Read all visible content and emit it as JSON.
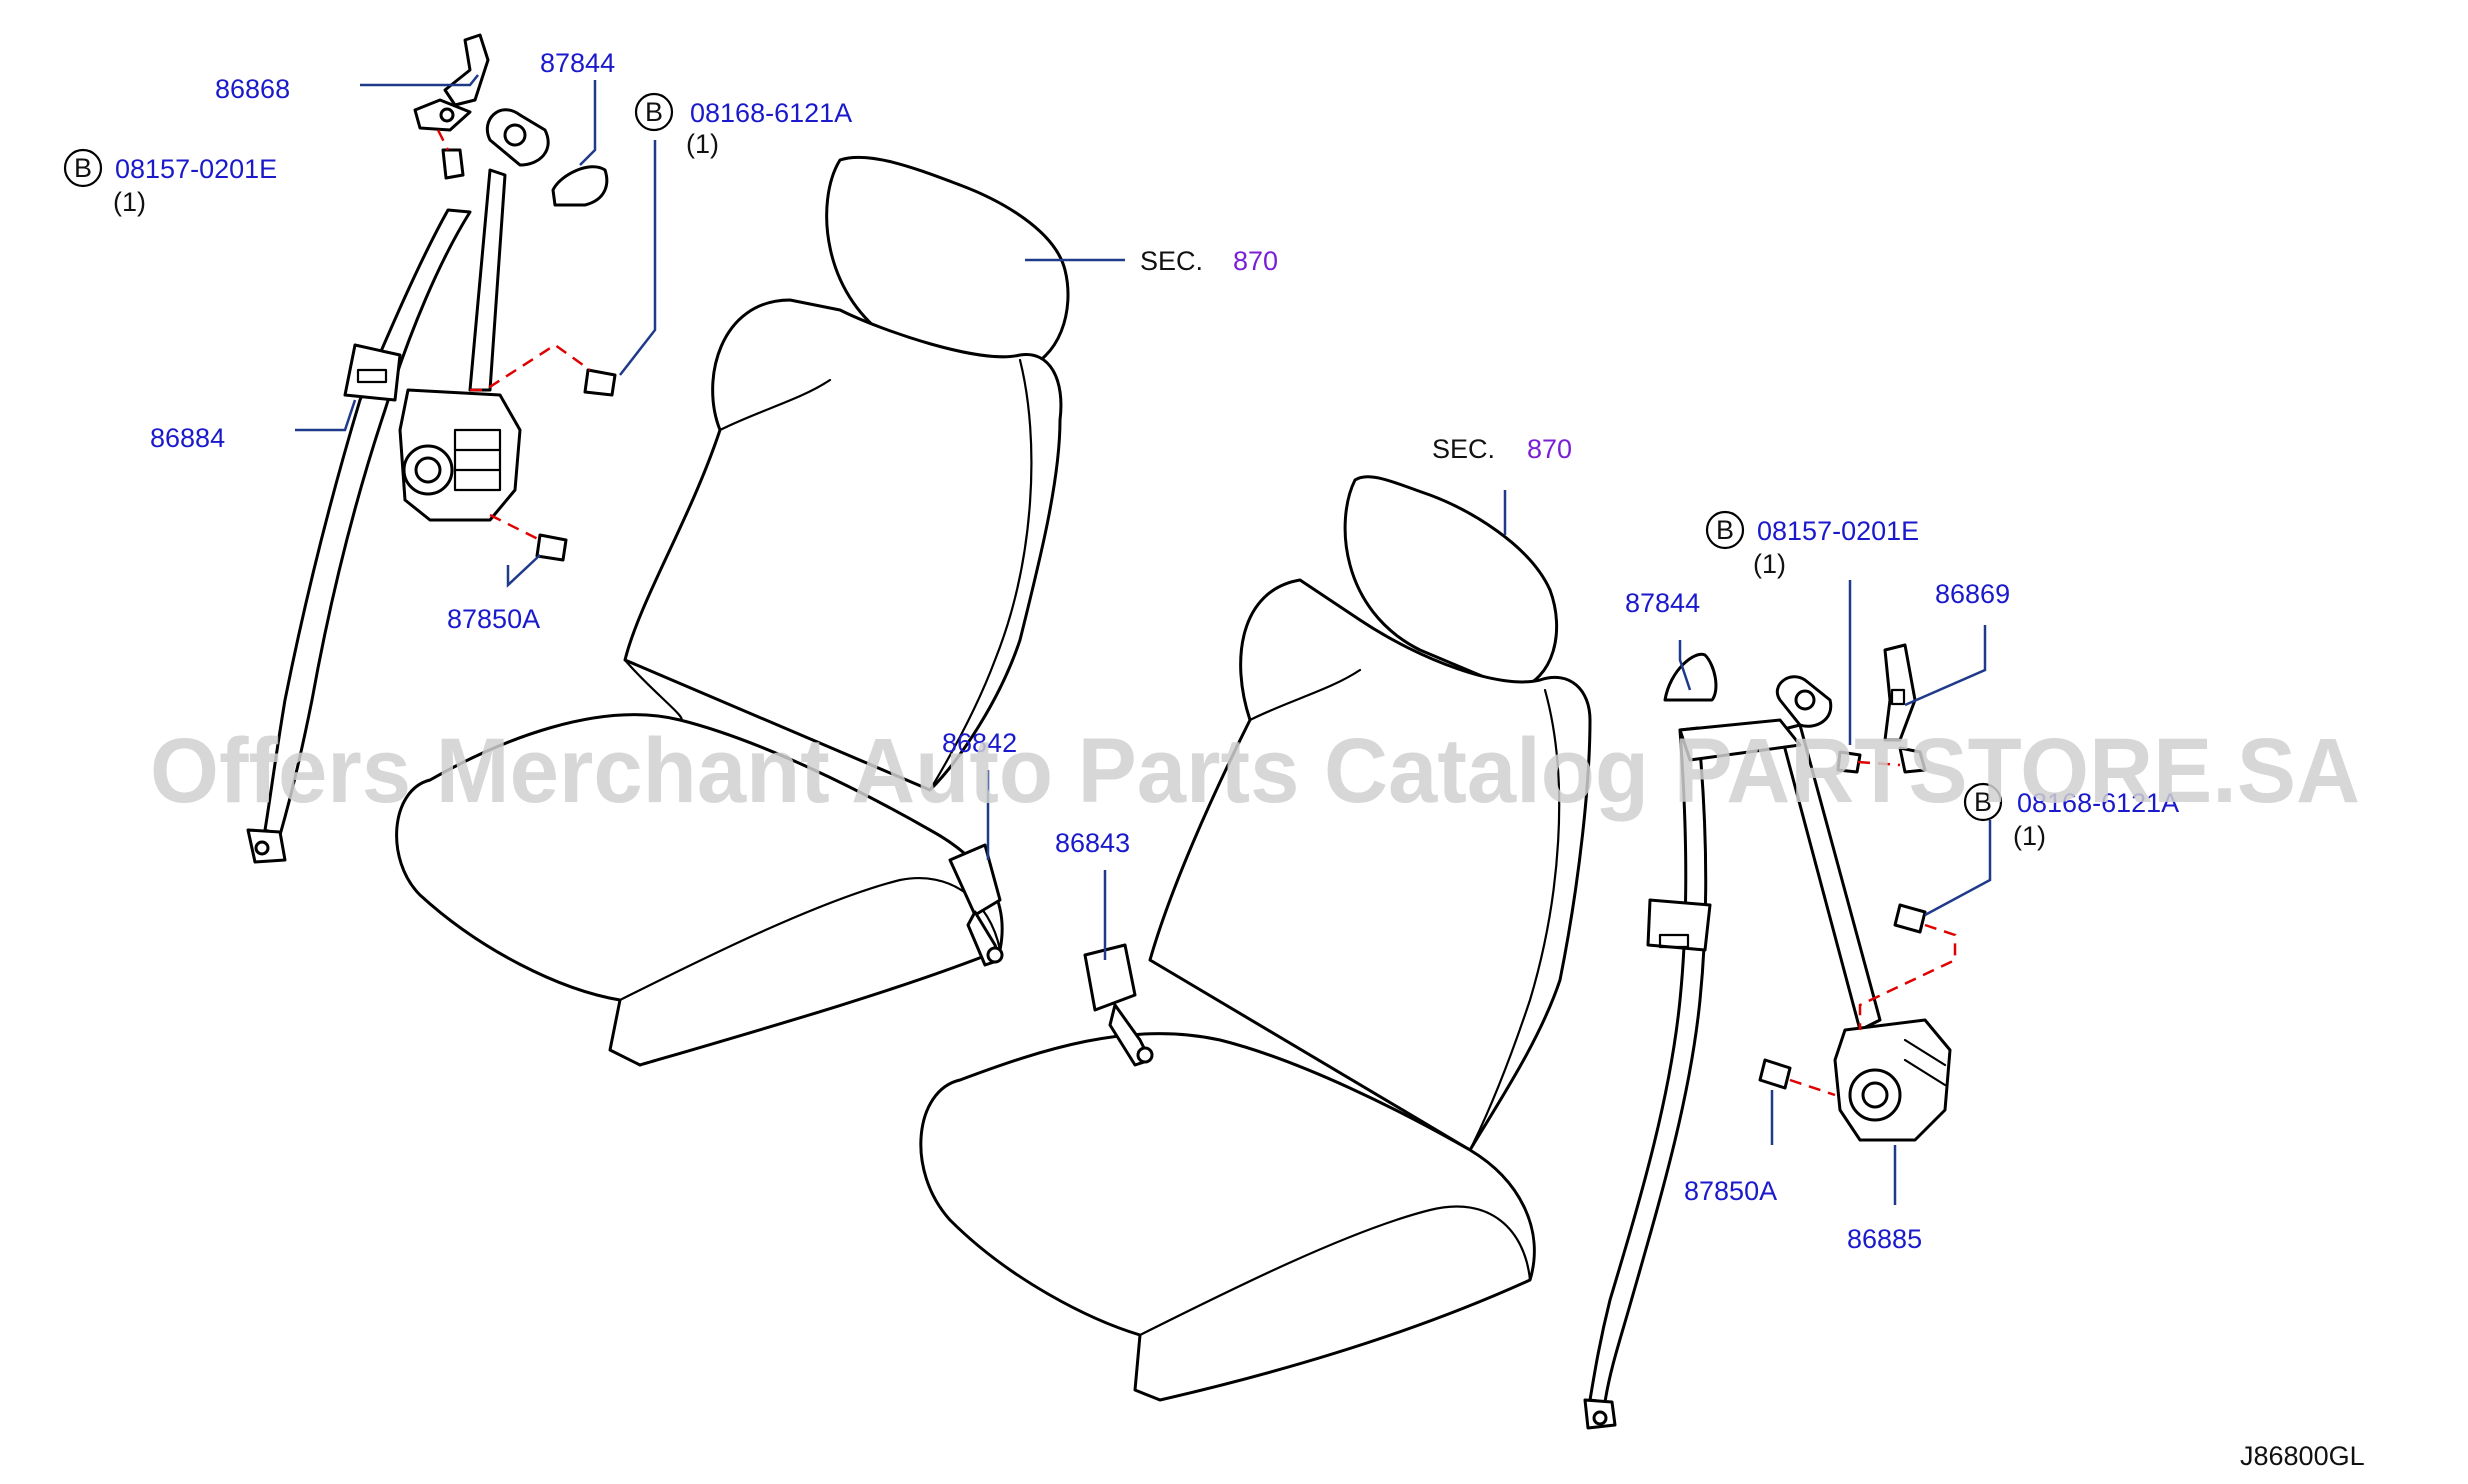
{
  "watermark": "Offers Merchant Auto Parts Catalog PARTSTORE.SA",
  "diagram_code": "J86800GL",
  "section_refs": {
    "left": {
      "prefix": "SEC.",
      "number": "870"
    },
    "right": {
      "prefix": "SEC.",
      "number": "870"
    }
  },
  "callouts": {
    "p86868": "86868",
    "p87844_left": "87844",
    "p87844_right": "87844",
    "p86884": "86884",
    "p87850a_left": "87850A",
    "p87850a_right": "87850A",
    "p86842": "86842",
    "p86843": "86843",
    "p86869": "86869",
    "p86885": "86885"
  },
  "bolts": {
    "left_upper": {
      "marker": "B",
      "code": "08157-0201E",
      "qty": "(1)"
    },
    "left_retractor": {
      "marker": "B",
      "code": "08168-6121A",
      "qty": "(1)"
    },
    "right_upper": {
      "marker": "B",
      "code": "08157-0201E",
      "qty": "(1)"
    },
    "right_retractor": {
      "marker": "B",
      "code": "08168-6121A",
      "qty": "(1)"
    }
  },
  "colors": {
    "part_number_text": "#1a1acc",
    "section_number_text": "#7a1fd6",
    "leader_lines": "#1f3a8a",
    "fastener_dash": "#e00000",
    "outline": "#000000"
  }
}
